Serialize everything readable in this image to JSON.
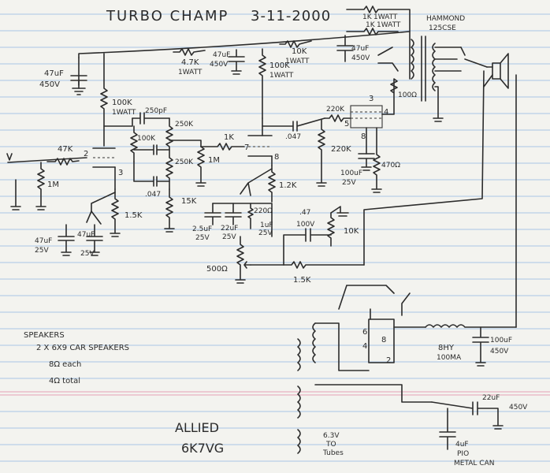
{
  "title": "TURBO CHAMP",
  "date": "3-11-2000",
  "transformer_brand": "HAMMOND",
  "transformer_model": "125CSE",
  "rectifier_tube": "6K7VG",
  "power_transformer": "ALLIED",
  "labels": {
    "input_cap": "47uF",
    "input_cap_v": "450V",
    "r_plate1": "100K",
    "r_plate1_w": "1WATT",
    "r_input": "47K",
    "r_grid": "1M",
    "r_cathode1": "1.5K",
    "c_cath1a": "47uF",
    "c_cath1a_v": "25V",
    "c_cath1b": "47uF",
    "c_cath1b_v": "25V",
    "c_bright": "250pF",
    "r_tone1": "100K",
    "r_vol1": "250K",
    "r_vol2": "250K",
    "c_tone": ".047",
    "r_tone2": "15K",
    "r_series": "1K",
    "r_grid2": "1M",
    "r_drop1": "4.7K",
    "r_drop1_w": "1WATT",
    "c_filter2": "47uF",
    "c_filter2_v": "450V",
    "r_plate2": "100K",
    "r_plate2_w": "1WATT",
    "r_drop2": "10K",
    "r_drop2_w": "1WATT",
    "r_drop3": "1K",
    "r_drop3_w": "1WATT",
    "r_drop4": "1K",
    "r_drop4_w": "1WATT",
    "c_filter3": "47uF",
    "c_filter3_v": "450V",
    "c_couple": ".047",
    "r_grid_stop": "220K",
    "r_grid3": "220K",
    "c_cath3": "100uF",
    "c_cath3_v": "25V",
    "r_cath3": "470Ω",
    "r_screen": "100Ω",
    "r_cath2": "1.2K",
    "c_cath2a": "2.5uF",
    "c_cath2a_v": "25V",
    "c_cath2b": "22uF",
    "c_cath2b_v": "25V",
    "c_cath2c": "1uF",
    "c_cath2c_v": "25V",
    "r_cath2b": "220Ω",
    "c_nfb": ".47",
    "c_nfb_v": "100V",
    "r_nfb": "10K",
    "r_pot": "500Ω",
    "r_nfb2": "1.5K",
    "choke": "8HY",
    "choke_ma": "100MA",
    "c_filter1": "100uF",
    "c_filter1_v": "450V",
    "c_main": "22uF",
    "c_main_v": "450V",
    "c_pio": "4uF",
    "c_pio_2": "PIO",
    "c_pio_3": "METAL CAN",
    "heater": "6.3V",
    "heater_2": "TO",
    "heater_3": "Tubes",
    "pin2": "2",
    "pin3": "3",
    "pin7": "7",
    "pin8": "8",
    "pin3b": "3",
    "pin4": "4",
    "pin5": "5",
    "pin8b": "8",
    "pin4b": "4",
    "pin2b": "2",
    "pin6": "6"
  },
  "notes": {
    "speakers_title": "SPEAKERS",
    "speakers_line1": "2 X 6X9 CAR SPEAKERS",
    "speakers_line2": "8Ω each",
    "speakers_line3": "4Ω total"
  },
  "colors": {
    "paper": "#f3f3ef",
    "rule_line": "#a9c6e4",
    "margin_line": "#e6a2b6",
    "ink": "#2c2c2c"
  }
}
